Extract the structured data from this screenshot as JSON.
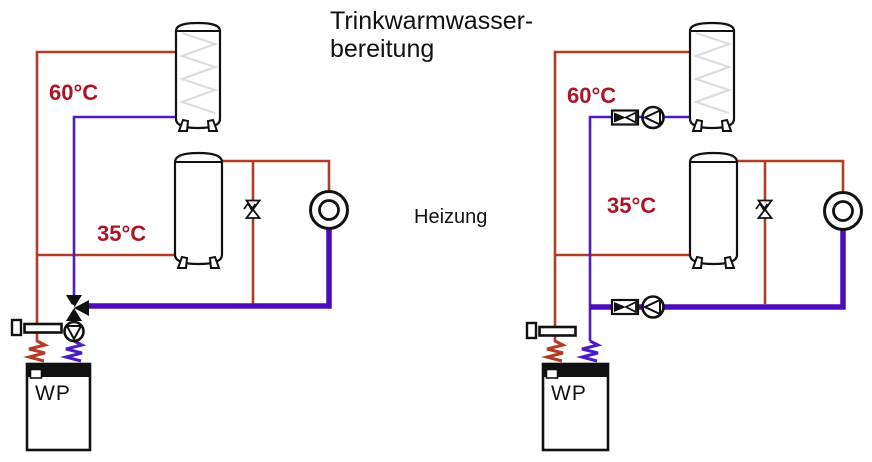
{
  "title": {
    "line1": "Trinkwarmwasser-",
    "line2": "bereitung"
  },
  "heizung_label": "Heizung",
  "systems": {
    "left": {
      "description": "heat pump with three-way diverting valve",
      "dhw_flow_temp": "60°C",
      "heating_flow_temp": "35°C",
      "heat_pump_label": "WP"
    },
    "right": {
      "description": "heat pump with separate charging pumps and check valves",
      "dhw_flow_temp": "60°C",
      "heating_flow_temp": "35°C",
      "heat_pump_label": "WP"
    }
  },
  "icons": {
    "dhw-tank-icon": "cylinder with internal zigzag coil",
    "buffer-tank-icon": "plain cylinder",
    "three-way-valve-icon": "three black triangles meeting at a point",
    "pump-icon": "circle with inscribed triangle",
    "check-valve-icon": "rectangle with half-filled bowtie",
    "overflow-valve-icon": "white bowtie with spring zigzag",
    "heating-circuit-icon": "double circle",
    "sensor-icon": "probe rod with head block",
    "flex-connector-icon": "zigzag hose"
  },
  "colors": {
    "hot_pipe": "#b23c26",
    "flow_label": "#ae1524",
    "return_pipe": "#4a1ec2",
    "return_thick": "#4d0cbb",
    "coil": "#dcdcdc",
    "outline": "#111111"
  }
}
